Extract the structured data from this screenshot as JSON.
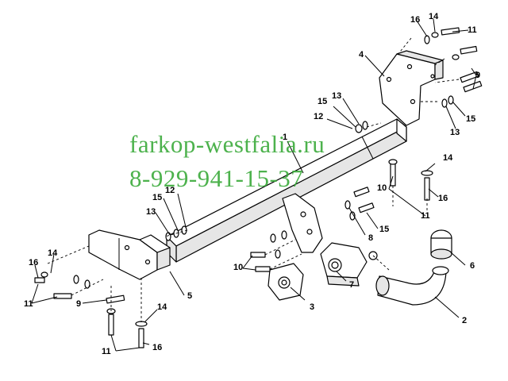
{
  "watermark": {
    "site": "farkop-westfalia.ru",
    "phone": "8-929-941-15-37",
    "color": "#3aaa3a"
  },
  "callouts": {
    "c2": "2",
    "c3": "3",
    "c4": "4",
    "c5": "5",
    "c6": "6",
    "c7": "7",
    "c8": "8",
    "c9a": "9",
    "c9b": "9",
    "c10a": "10",
    "c10b": "10",
    "c11a": "11",
    "c11b": "11",
    "c11c": "11",
    "c11d": "11",
    "c12a": "12",
    "c12b": "12",
    "c13a": "13",
    "c13b": "13",
    "c13c": "13",
    "c14a": "14",
    "c14b": "14",
    "c14c": "14",
    "c14d": "14",
    "c15a": "15",
    "c15b": "15",
    "c15c": "15",
    "c15d": "15",
    "c16a": "16",
    "c16b": "16",
    "c16c": "16",
    "c16d": "16",
    "c1": "1"
  }
}
